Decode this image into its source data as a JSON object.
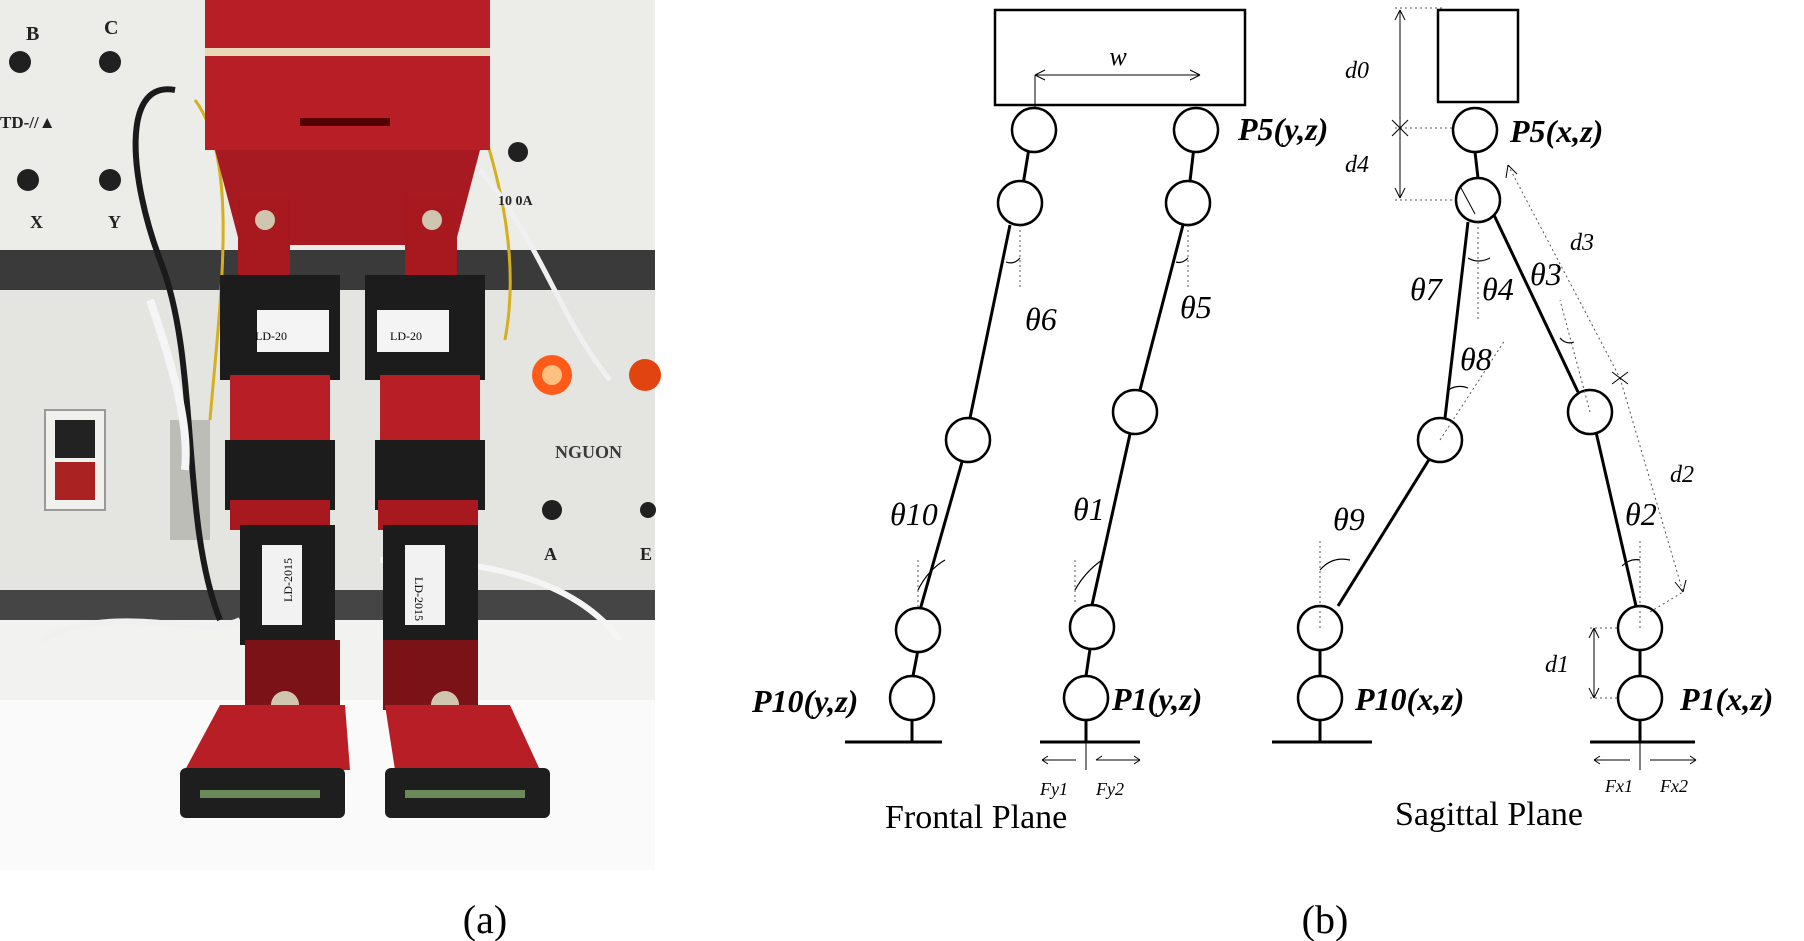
{
  "panel_a": {
    "caption": "(a)"
  },
  "photo_text": {
    "b": "B",
    "c": "C",
    "x": "X",
    "y": "Y",
    "td": "TD-//▲",
    "amp": "10 0A",
    "nguon": "NGUON",
    "a": "A",
    "e": "E",
    "servo1": "LD-20",
    "servo2": "LD-20",
    "servo3": "LD-2015",
    "servo4": "LD-2015"
  },
  "panel_b": {
    "caption": "(b)",
    "frontal": {
      "title": "Frontal Plane",
      "width_label": "w",
      "p5": "P5(y,z)",
      "p1": "P1(y,z)",
      "p10": "P10(y,z)",
      "theta5": "θ5",
      "theta6": "θ6",
      "theta1": "θ1",
      "theta10": "θ10",
      "fy1": "Fy1",
      "fy2": "Fy2"
    },
    "sagittal": {
      "title": "Sagittal Plane",
      "p5": "P5(x,z)",
      "p1": "P1(x,z)",
      "p10": "P10(x,z)",
      "d0": "d0",
      "d4": "d4",
      "d3": "d3",
      "d2": "d2",
      "d1": "d1",
      "theta7": "θ7",
      "theta4": "θ4",
      "theta3": "θ3",
      "theta8": "θ8",
      "theta9": "θ9",
      "theta2": "θ2",
      "fx1": "Fx1",
      "fx2": "Fx2"
    }
  },
  "colors": {
    "robot_red": "#b81e26",
    "panel_wall": "#e6e6e3",
    "ink": "#000000"
  }
}
